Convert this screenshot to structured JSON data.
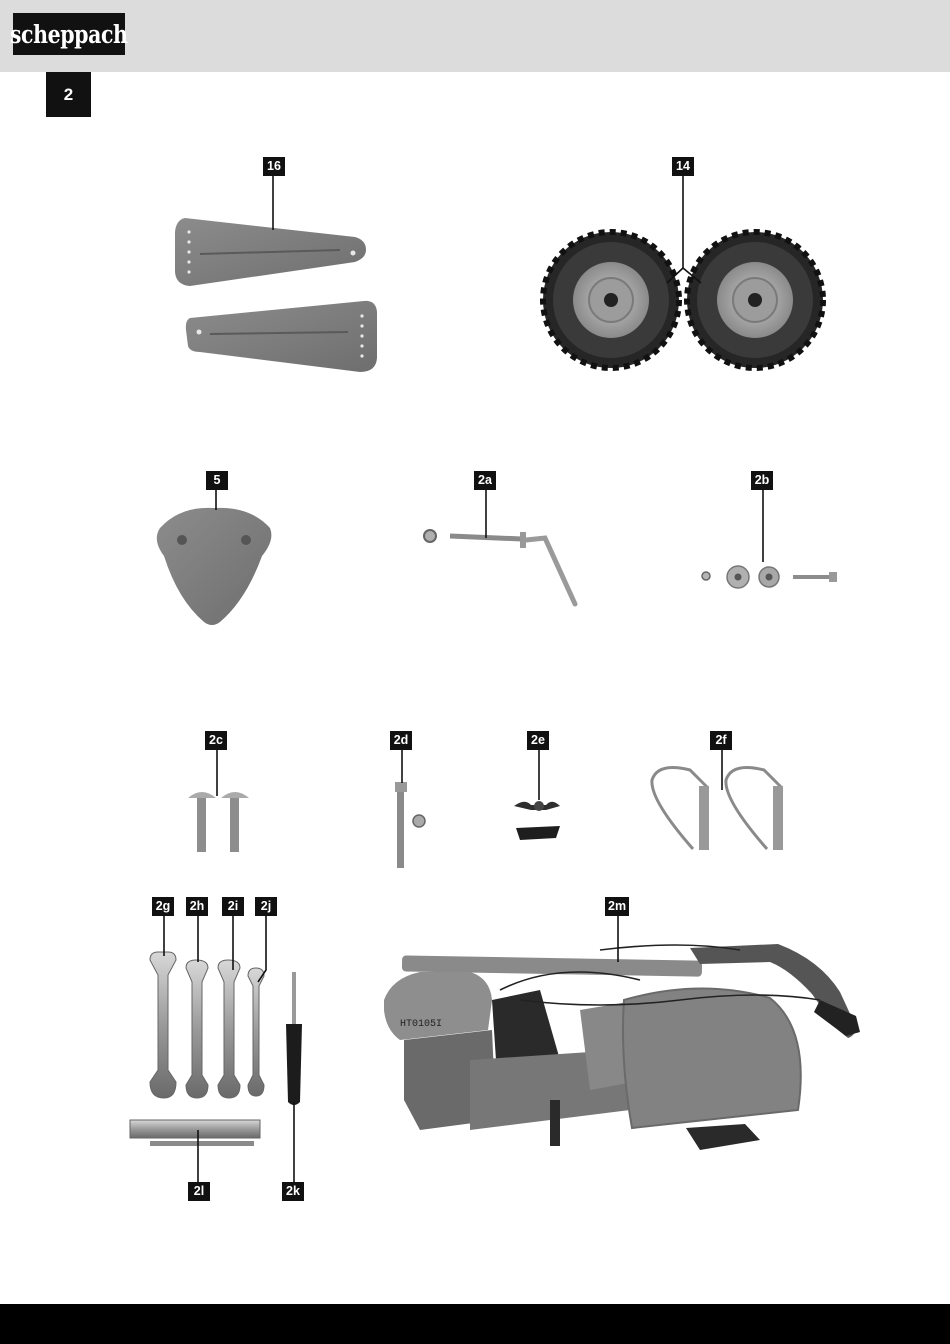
{
  "header": {
    "brand": "scheppach",
    "figure_number": "2"
  },
  "callouts": {
    "c16": "16",
    "c14": "14",
    "c5": "5",
    "c2a": "2a",
    "c2b": "2b",
    "c2c": "2c",
    "c2d": "2d",
    "c2e": "2e",
    "c2f": "2f",
    "c2g": "2g",
    "c2h": "2h",
    "c2i": "2i",
    "c2j": "2j",
    "c2k": "2k",
    "c2l": "2l",
    "c2m": "2m"
  },
  "engine_label": "HT0105I",
  "colors": {
    "part_fill": "#7e7e7e",
    "part_dark": "#3a3a3a",
    "tire": "#2a2a2a",
    "header_band": "#dcdcdc",
    "footer_band": "#000000"
  }
}
